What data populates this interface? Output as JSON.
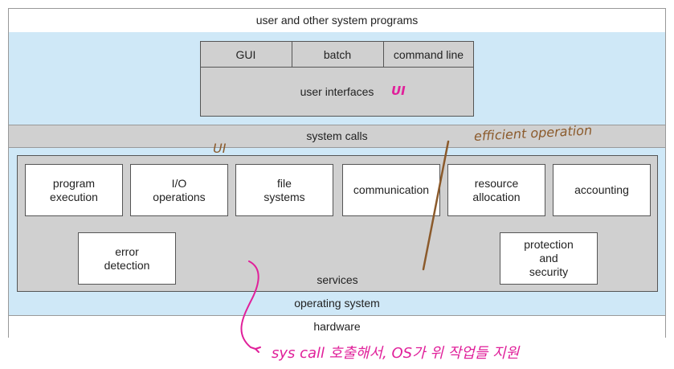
{
  "layers": {
    "top": "user and other system programs",
    "system_calls": "system calls",
    "operating_system": "operating system",
    "hardware": "hardware",
    "services": "services"
  },
  "ui_bar": {
    "tabs": [
      "GUI",
      "batch",
      "command line"
    ],
    "label": "user interfaces"
  },
  "services": {
    "row1": [
      "program\nexecution",
      "I/O\noperations",
      "file\nsystems",
      "communication",
      "resource\nallocation",
      "accounting"
    ],
    "error": "error\ndetection",
    "protection": "protection\nand\nsecurity"
  },
  "annotations": {
    "ui_pink": "UI",
    "ui_brown": "UI",
    "efficient": "efficient operation",
    "korean_note": "sys call 호출해서, OS가 위 작업들 지원",
    "colors": {
      "pink": "#e0209a",
      "brown": "#8b5a2b",
      "blue_band": "#cfe8f7",
      "gray": "#d0d0d0"
    }
  }
}
